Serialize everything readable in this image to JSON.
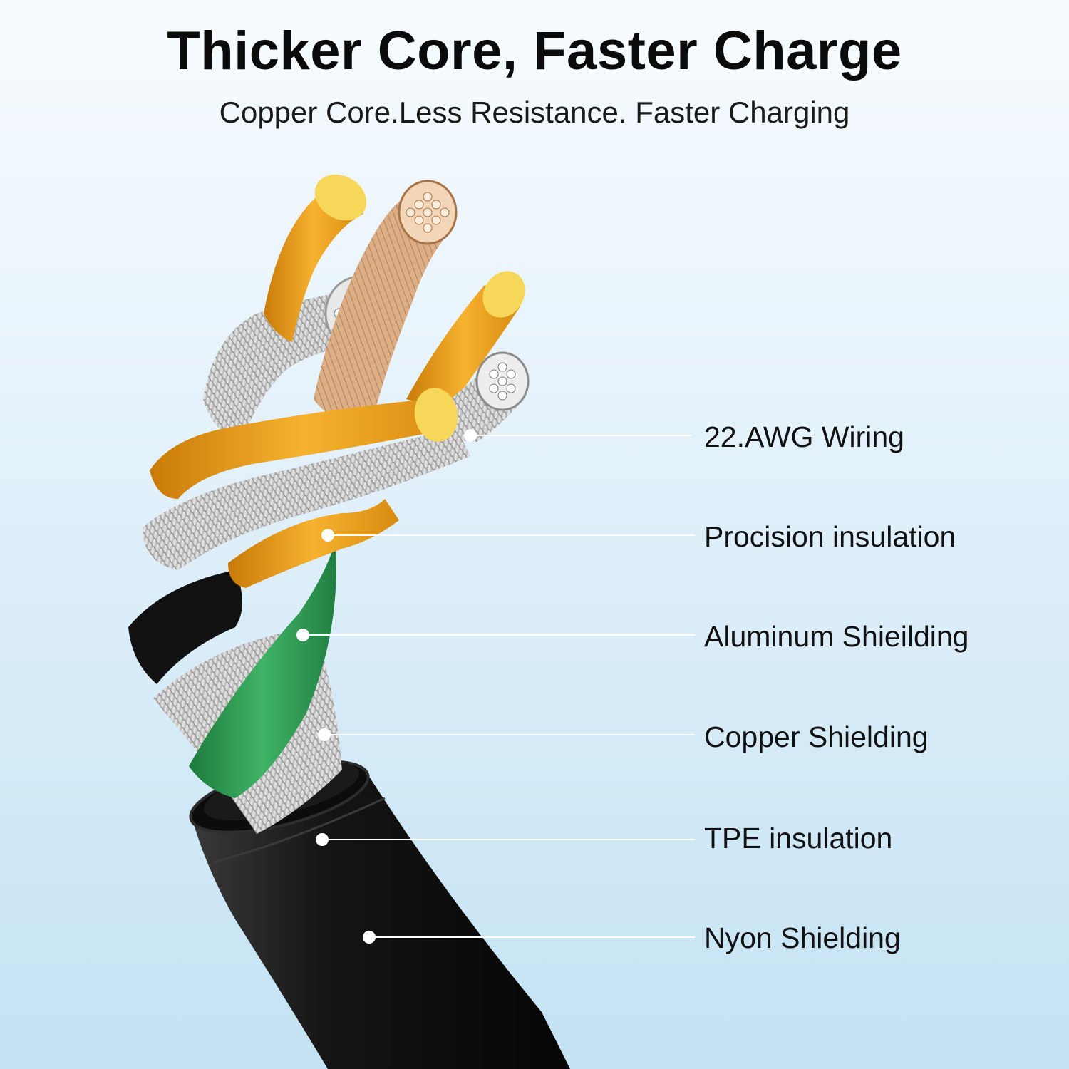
{
  "header": {
    "title": "Thicker Core, Faster Charge",
    "subtitle": "Copper Core.Less Resistance. Faster Charging"
  },
  "callouts": [
    {
      "label": "22.AWG Wiring"
    },
    {
      "label": "Procision insulation"
    },
    {
      "label": "Aluminum Shieilding"
    },
    {
      "label": "Copper Shielding"
    },
    {
      "label": "TPE insulation"
    },
    {
      "label": "Nyon Shielding"
    }
  ],
  "colors": {
    "outer_jacket": "#141414",
    "gold_insulation": "#f0a21c",
    "gold_cap": "#f7d75a",
    "copper_strands": "#d9a77c",
    "silver_strands": "#c8c8c8",
    "green_foil": "#2f9b55",
    "callout_line": "#ffffff"
  }
}
